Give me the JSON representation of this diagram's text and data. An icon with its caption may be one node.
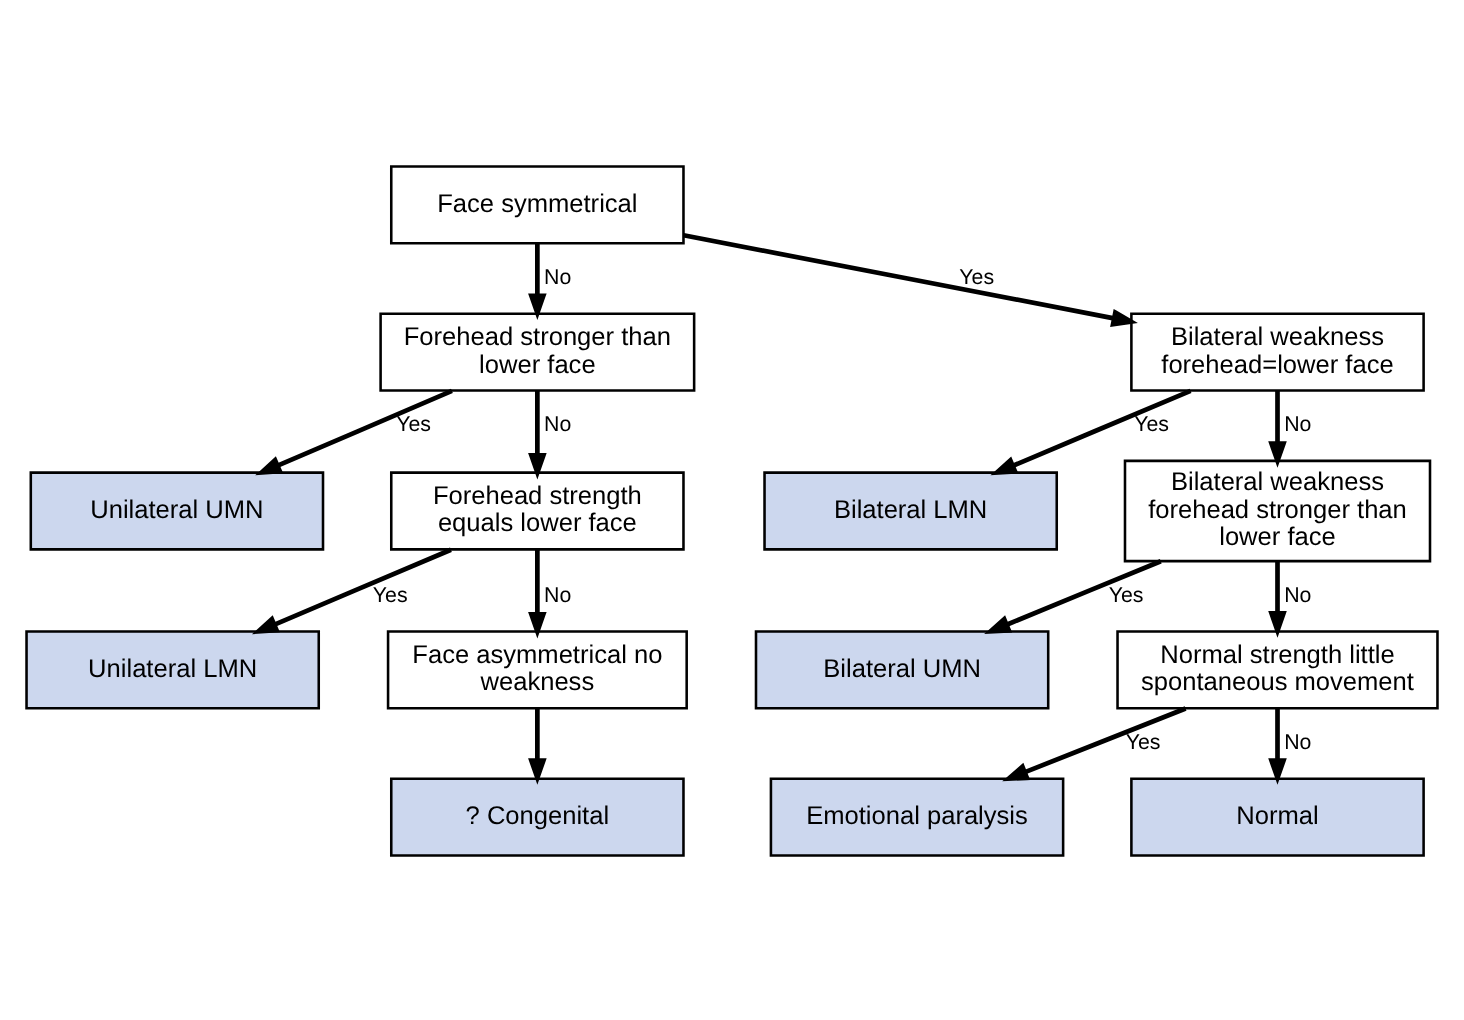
{
  "diagram": {
    "nodes": [
      {
        "text": [
          "Face symmetrical"
        ]
      },
      {
        "text": [
          "Forehead stronger than lower face"
        ]
      },
      {
        "text": [
          "Bilateral weakness forehead=lower face"
        ]
      },
      {
        "text": [
          "Unilateral UMN"
        ]
      },
      {
        "text": [
          "Bilateral LMN"
        ]
      },
      {
        "text": [
          "Forehead strength equals lower face"
        ]
      },
      {
        "text": [
          "Bilateral weakness forehead stronger than lower face"
        ]
      },
      {
        "text": [
          "Unilateral LMN"
        ]
      },
      {
        "text": [
          "Bilateral UMN"
        ]
      },
      {
        "text": [
          "Face asymmetrical no weakness"
        ]
      },
      {
        "text": [
          "Normal strength little spontaneous movement"
        ]
      },
      {
        "text": [
          "? Congenital"
        ]
      },
      {
        "text": [
          "Emotional paralysis"
        ]
      },
      {
        "text": [
          "Normal"
        ]
      }
    ],
    "edges": [
      {
        "from": 0,
        "to": 2,
        "arrow": "to",
        "label": "Yes"
      },
      {
        "from": 0,
        "to": 1,
        "arrow": "to",
        "label": "No"
      },
      {
        "from": 1,
        "to": 3,
        "arrow": "to",
        "label": "Yes"
      },
      {
        "from": 1,
        "to": 5,
        "arrow": "to",
        "label": "No"
      },
      {
        "from": 5,
        "to": 7,
        "arrow": "to",
        "label": "Yes"
      },
      {
        "from": 5,
        "to": 9,
        "arrow": "to",
        "label": "No"
      },
      {
        "from": 9,
        "to": 11,
        "arrow": "to"
      },
      {
        "from": 2,
        "to": 4,
        "arrow": "to",
        "label": "Yes"
      },
      {
        "from": 2,
        "to": 6,
        "arrow": "to",
        "label": "No"
      },
      {
        "from": 6,
        "to": 8,
        "arrow": "to",
        "label": "Yes"
      },
      {
        "from": 6,
        "to": 10,
        "arrow": "to",
        "label": "No"
      },
      {
        "from": 10,
        "to": 12,
        "arrow": "to",
        "label": "Yes"
      },
      {
        "from": 10,
        "to": 13,
        "arrow": "to",
        "label": "No"
      }
    ]
  }
}
